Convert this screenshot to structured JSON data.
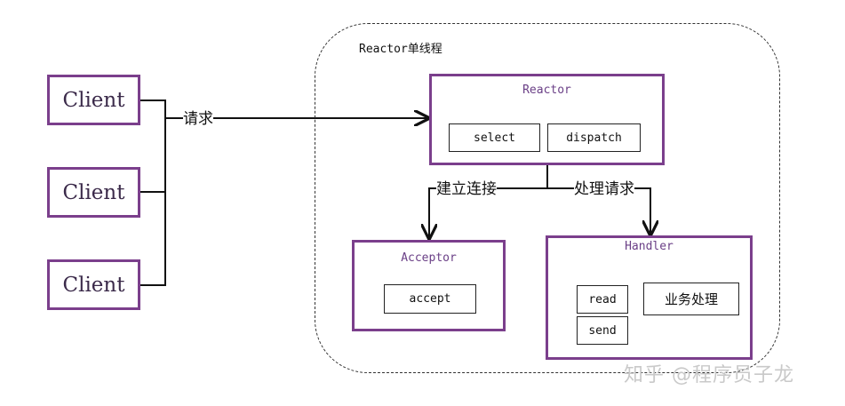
{
  "diagram": {
    "thread_label": "Reactor单线程",
    "clients": [
      "Client",
      "Client",
      "Client"
    ],
    "request_label": "请求",
    "reactor": {
      "title": "Reactor",
      "methods": [
        "select",
        "dispatch"
      ]
    },
    "edge_labels": {
      "accept": "建立连接",
      "handle": "处理请求"
    },
    "acceptor": {
      "title": "Acceptor",
      "method": "accept"
    },
    "handler": {
      "title": "Handler",
      "read": "read",
      "send": "send",
      "business": "业务处理"
    },
    "watermark": "知乎 @程序员子龙"
  }
}
